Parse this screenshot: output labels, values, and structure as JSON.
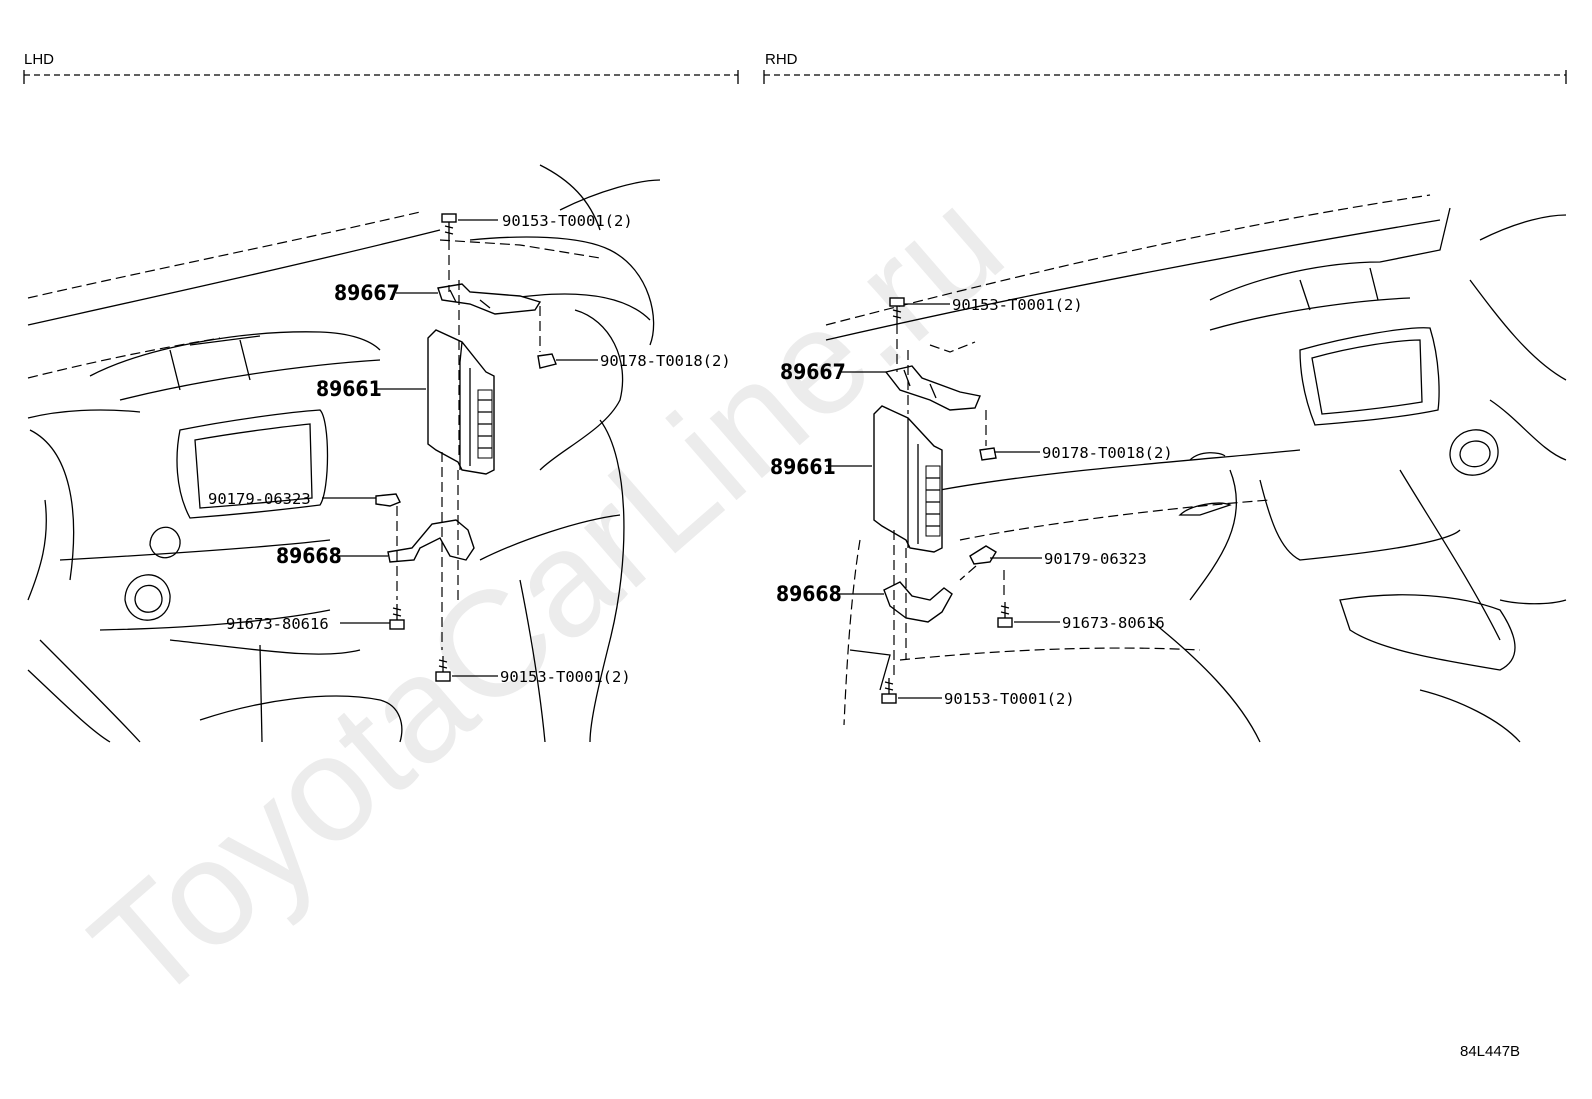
{
  "watermark": "ToyotaCarLine.ru",
  "diagram_code": "84L447B",
  "sections": {
    "lhd": {
      "title": "LHD",
      "labels": {
        "bolt_top": "90153-T0001(2)",
        "bracket_upper": "89667",
        "clip_nut": "90178-T0018(2)",
        "ecu": "89661",
        "clamp": "90179-06323",
        "bracket_lower": "89668",
        "screw": "91673-80616",
        "bolt_bottom": "90153-T0001(2)"
      }
    },
    "rhd": {
      "title": "RHD",
      "labels": {
        "bolt_top": "90153-T0001(2)",
        "bracket_upper": "89667",
        "clip_nut": "90178-T0018(2)",
        "ecu": "89661",
        "clamp": "90179-06323",
        "bracket_lower": "89668",
        "screw": "91673-80616",
        "bolt_bottom": "90153-T0001(2)"
      }
    }
  }
}
